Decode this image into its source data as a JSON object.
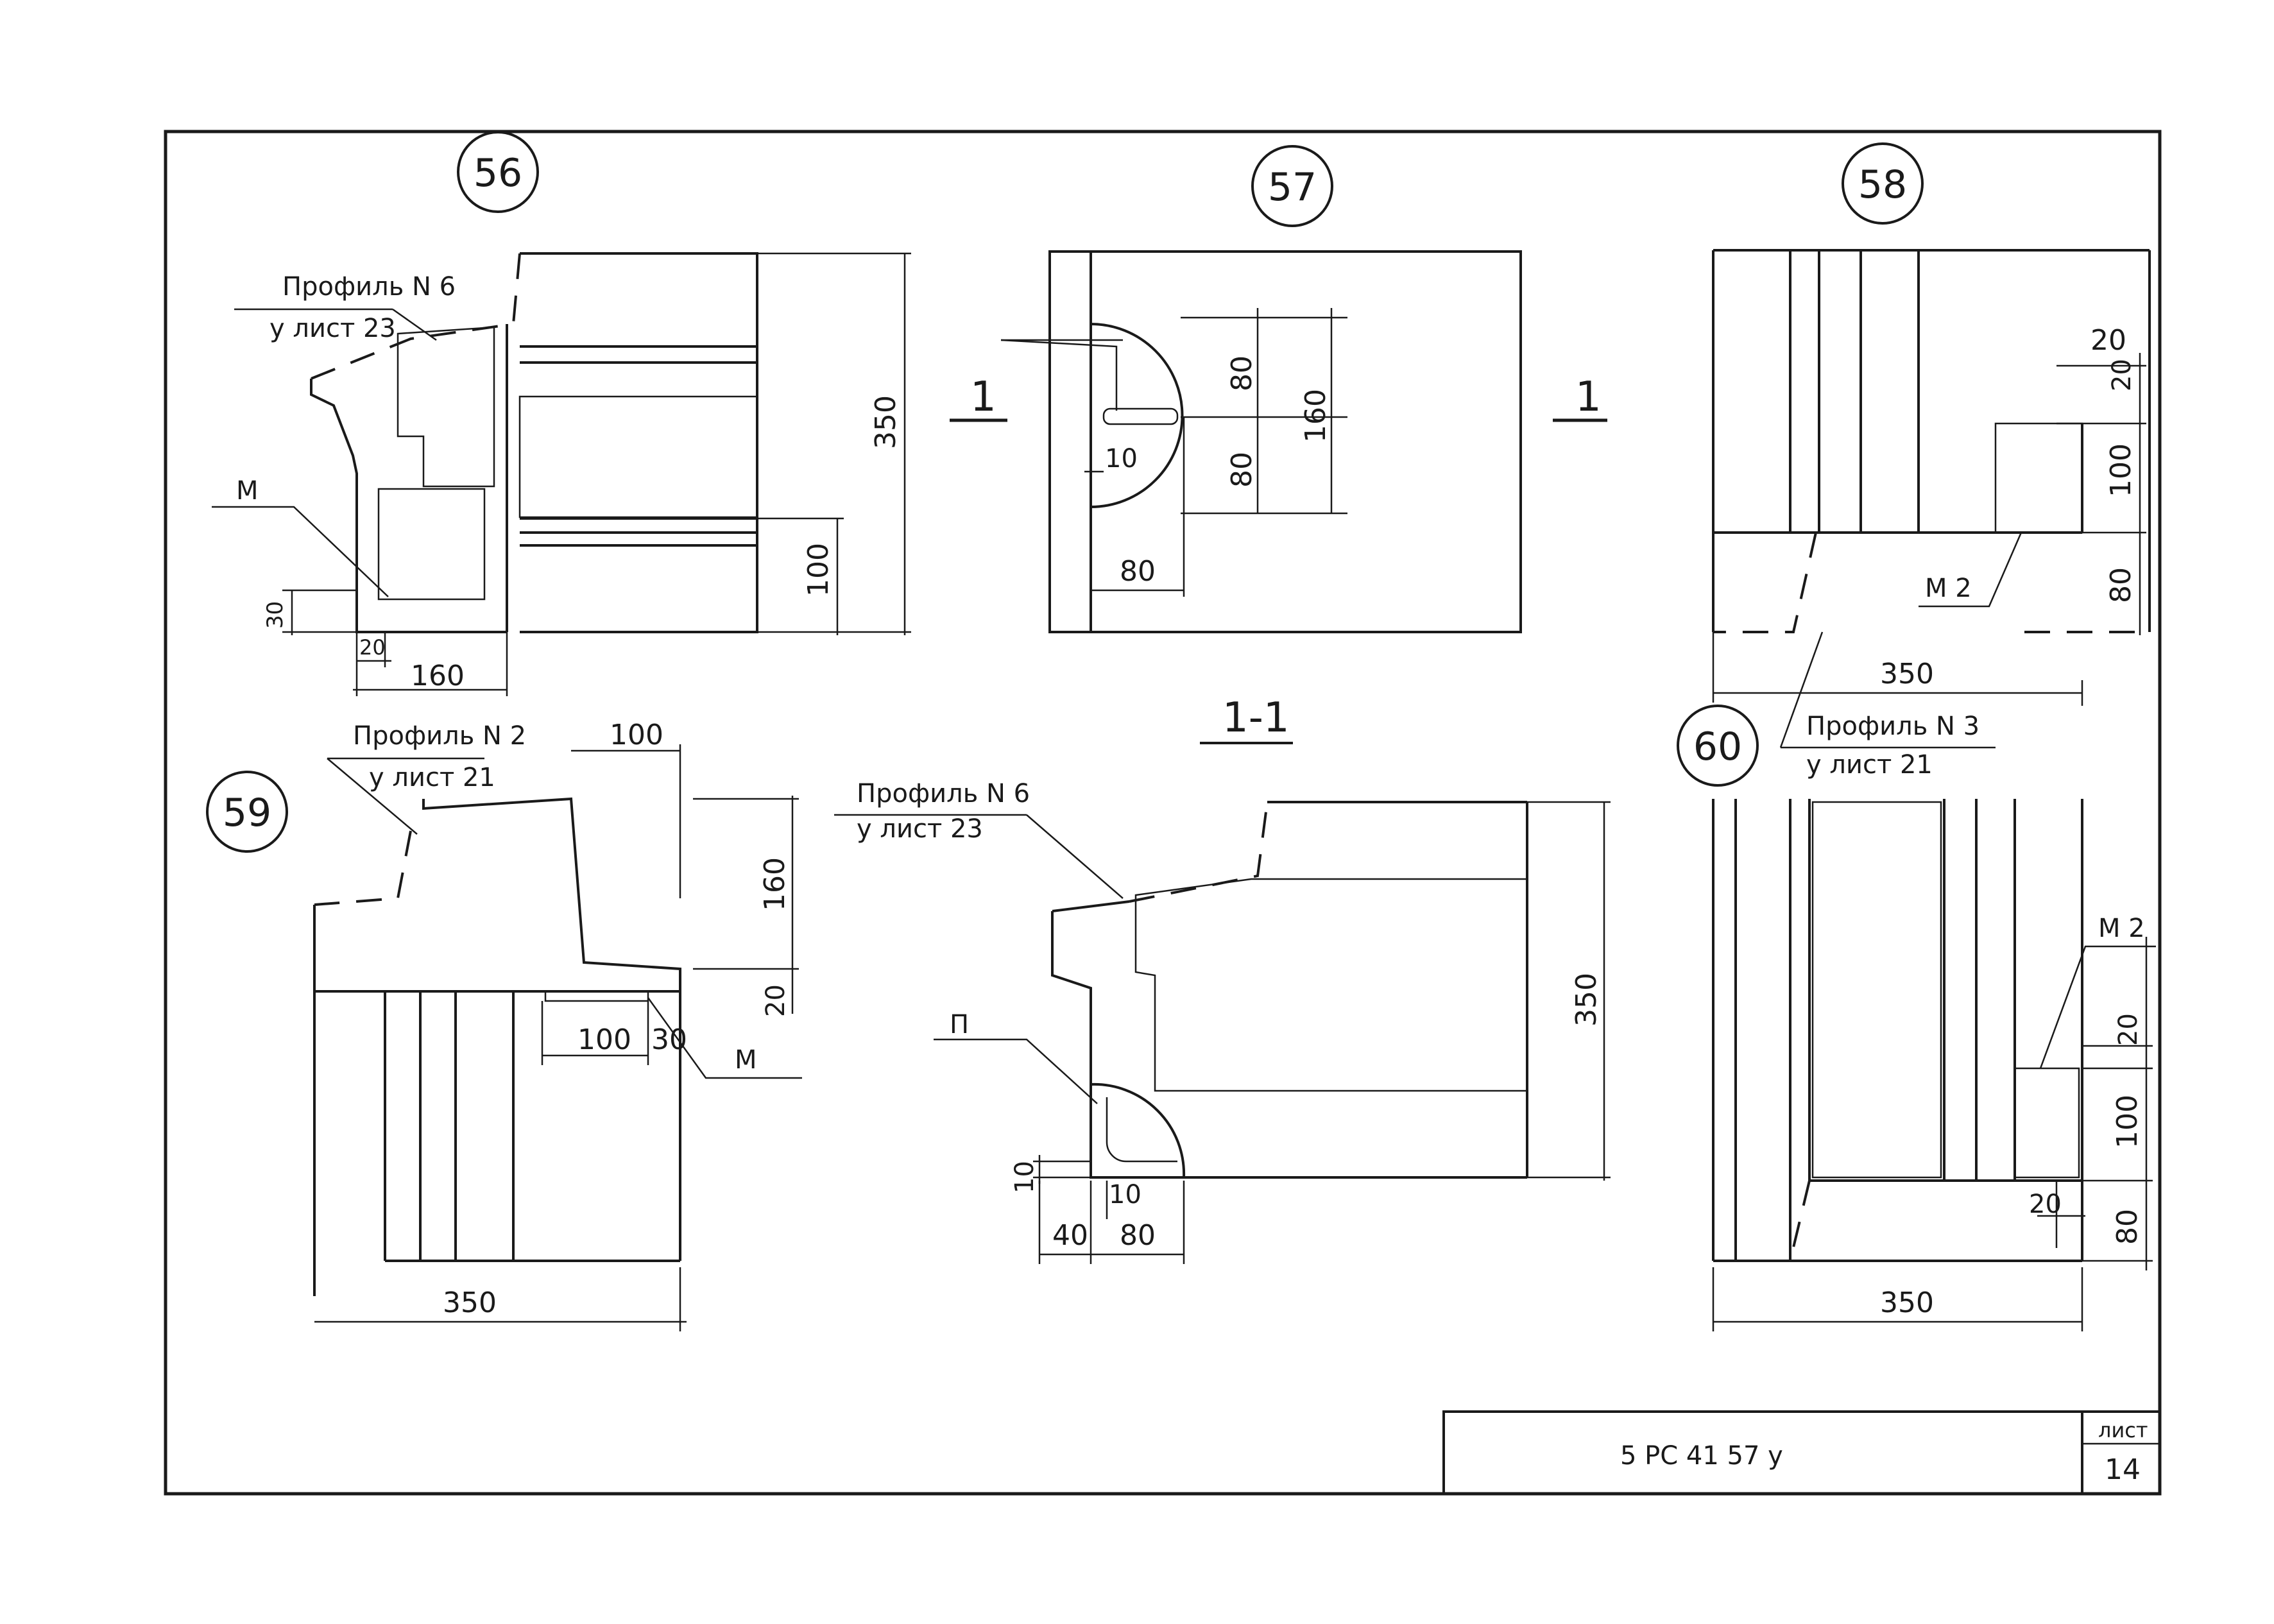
{
  "details": [
    {
      "number": "56",
      "profile": "Профиль N 6",
      "sheet": "у лист 23",
      "marker": "М",
      "dims": [
        "350",
        "100",
        "160",
        "20",
        "30"
      ]
    },
    {
      "number": "57",
      "section": "1",
      "dims": [
        "80",
        "80",
        "160",
        "10",
        "80"
      ]
    },
    {
      "number": "58",
      "marker": "М 2",
      "dims": [
        "20",
        "20",
        "100",
        "80",
        "350"
      ]
    },
    {
      "number": "59",
      "profile": "Профиль N 2",
      "sheet": "у лист 21",
      "marker": "М",
      "dims": [
        "100",
        "160",
        "20",
        "100",
        "30",
        "350"
      ]
    },
    {
      "number": "60",
      "profile": "Профиль N 3",
      "sheet": "у лист 21",
      "marker": "М 2",
      "dims": [
        "20",
        "100",
        "80",
        "20",
        "350"
      ]
    }
  ],
  "section": {
    "title": "1-1",
    "profile": "Профиль N 6",
    "sheet": "у лист 23",
    "marker": "П",
    "dims": [
      "350",
      "10",
      "10",
      "40",
      "80"
    ]
  },
  "title_block": {
    "code": "5 РС 41 57 у",
    "sheet_label": "лист",
    "sheet_number": "14"
  }
}
